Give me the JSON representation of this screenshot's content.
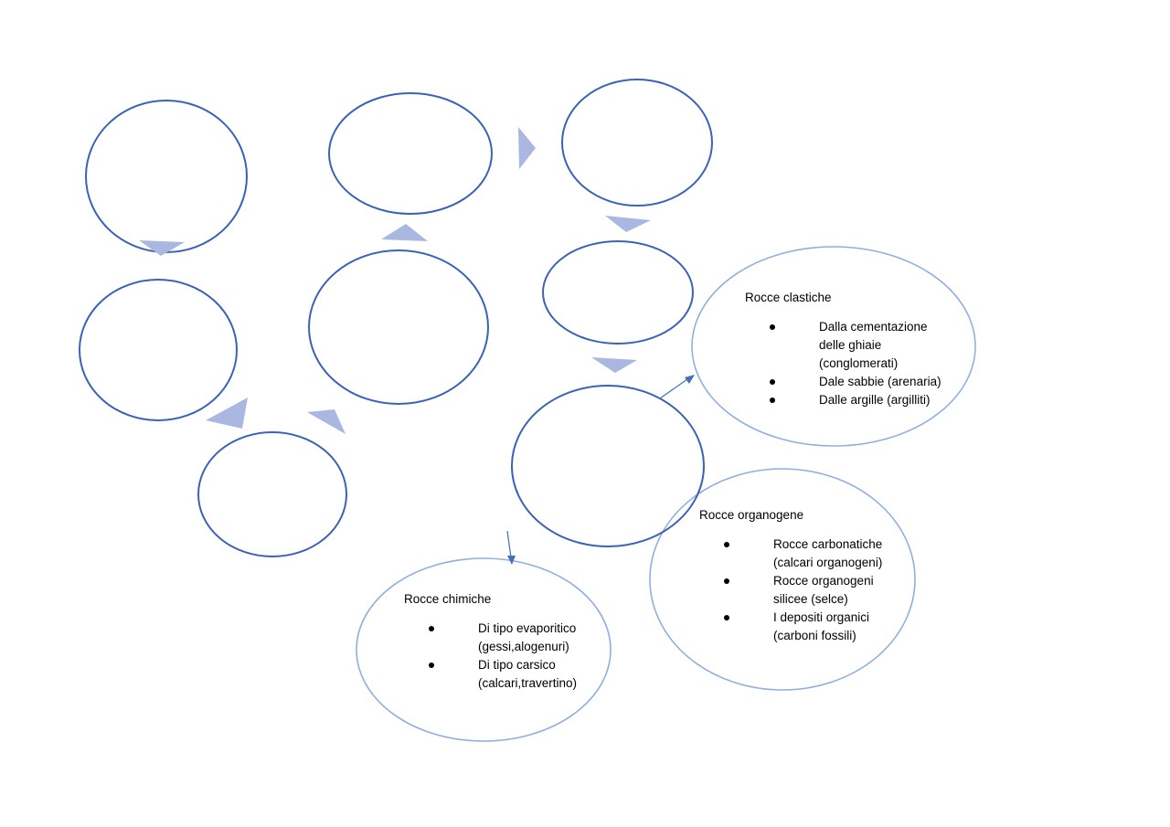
{
  "colors": {
    "empty_circle_stroke": "#3c62b8",
    "filled_bubble_stroke": "#93aede",
    "arrow_fill": "#aab7e0",
    "connector": "#4a6db8"
  },
  "bubbles": {
    "clastic": {
      "title": "Rocce clastiche",
      "items": [
        {
          "lines": [
            "Dalla cementazione",
            "delle ghiaie",
            "(conglomerati)"
          ]
        },
        {
          "lines": [
            "Dale sabbie (arenaria)"
          ]
        },
        {
          "lines": [
            "Dalle argille (argilliti)"
          ]
        }
      ]
    },
    "organogenic": {
      "title": "Rocce organogene",
      "items": [
        {
          "lines": [
            "Rocce carbonatiche",
            "(calcari organogeni)"
          ]
        },
        {
          "lines": [
            "Rocce organogeni",
            "silicee (selce)"
          ]
        },
        {
          "lines": [
            "I depositi organici",
            "(carboni fossili)"
          ]
        }
      ]
    },
    "chemical": {
      "title": "Rocce chimiche",
      "items": [
        {
          "lines": [
            "Di tipo evaporitico",
            "(gessi,alogenuri)"
          ]
        },
        {
          "lines": [
            "Di tipo carsico",
            "(calcari,travertino)"
          ]
        }
      ]
    }
  }
}
